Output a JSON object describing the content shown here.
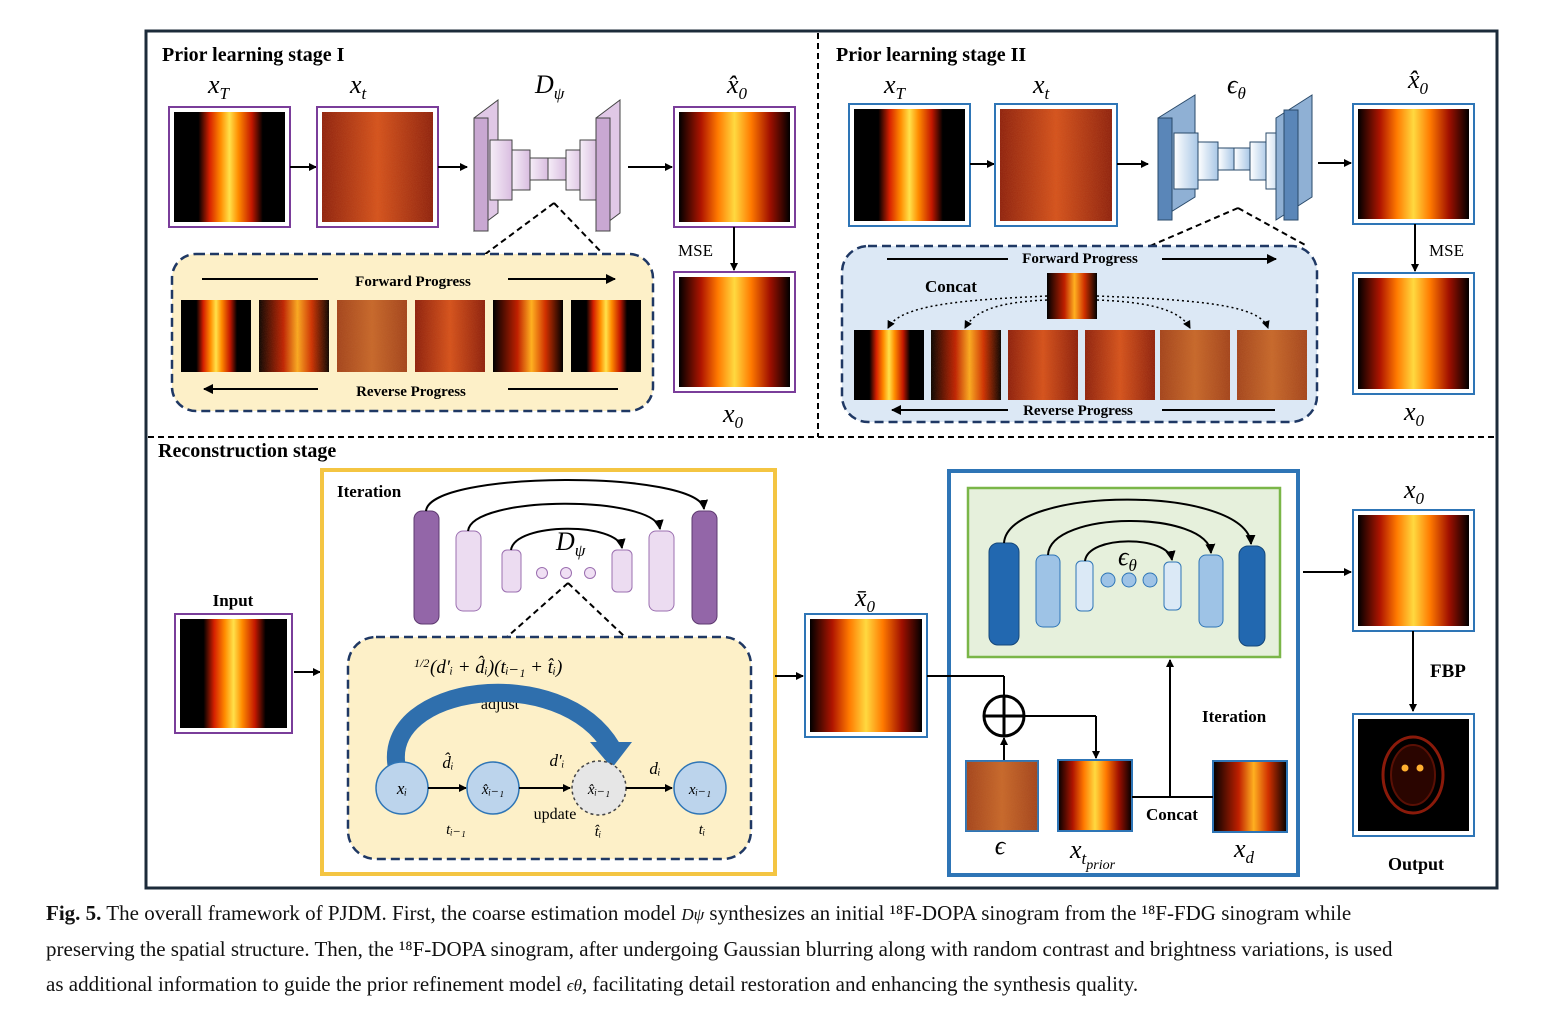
{
  "sections": {
    "stage1_title": "Prior learning stage I",
    "stage2_title": "Prior learning stage II",
    "recon_title": "Reconstruction stage"
  },
  "stage1": {
    "label_xT": "x",
    "label_xT_sub": "T",
    "label_xt": "x",
    "label_xt_sub": "t",
    "model": "D",
    "model_sub": "ψ",
    "label_x0hat": "x̂",
    "label_x0hat_sub": "0",
    "label_x0": "x",
    "label_x0_sub": "0",
    "mse": "MSE",
    "forward": "Forward Progress",
    "reverse": "Reverse Progress"
  },
  "stage2": {
    "label_xT": "x",
    "label_xT_sub": "T",
    "label_xt": "x",
    "label_xt_sub": "t",
    "model": "ϵ",
    "model_sub": "θ",
    "label_x0hat": "x̂",
    "label_x0hat_sub": "0",
    "label_x0": "x",
    "label_x0_sub": "0",
    "mse": "MSE",
    "concat": "Concat",
    "forward": "Forward Progress",
    "reverse": "Reverse Progress"
  },
  "recon": {
    "input": "Input",
    "iteration_left": "Iteration",
    "model_left": "D",
    "model_left_sub": "ψ",
    "formula": "(d′ᵢ + d̂ᵢ)(tᵢ₋₁ + t̂ᵢ)",
    "formula_frac": "1/2",
    "adjust": "adjust",
    "update": "update",
    "node_xi": "xᵢ",
    "node_xhat1": "x̂ᵢ₋₁",
    "node_xhat2": "x̂ᵢ₋₁",
    "node_xi1": "xᵢ₋₁",
    "edge_dhat": "d̂ᵢ",
    "edge_dprime": "d′ᵢ",
    "edge_d": "dᵢ",
    "t_prev": "tᵢ₋₁",
    "t_hat": "t̂ᵢ",
    "t_i": "tᵢ",
    "xbar0": "x̄",
    "xbar0_sub": "0",
    "model_right": "ϵ",
    "model_right_sub": "θ",
    "iteration_right": "Iteration",
    "concat": "Concat",
    "eps": "ϵ",
    "xtprior": "x",
    "xtprior_sub": "t",
    "xtprior_subsub": "prior",
    "xd": "x",
    "xd_sub": "d",
    "x0": "x",
    "x0_sub": "0",
    "fbp": "FBP",
    "output": "Output"
  },
  "caption": {
    "fig": "Fig. 5.",
    "line1_a": " The overall framework of PJDM. First, the coarse estimation model ",
    "line1_model": "Dψ",
    "line1_b": " synthesizes an initial ¹⁸F-DOPA sinogram from the ¹⁸F-FDG sinogram while",
    "line2": "preserving the spatial structure. Then, the ¹⁸F-DOPA sinogram, after undergoing Gaussian blurring along with random contrast and brightness variations, is used",
    "line3_a": "as additional information to guide the prior refinement model ",
    "line3_model": "ϵθ",
    "line3_b": ", facilitating detail restoration and enhancing the synthesis quality."
  },
  "colors": {
    "frame": "#1c2b3a",
    "stage1_border": "#7a3d9a",
    "stage2_border": "#2e75b6",
    "yellow_panel": "#fdf0c8",
    "blue_panel": "#dce8f5",
    "green_panel": "#e6f0dc",
    "gold_border": "#f4c542",
    "navy": "#1f3864"
  }
}
